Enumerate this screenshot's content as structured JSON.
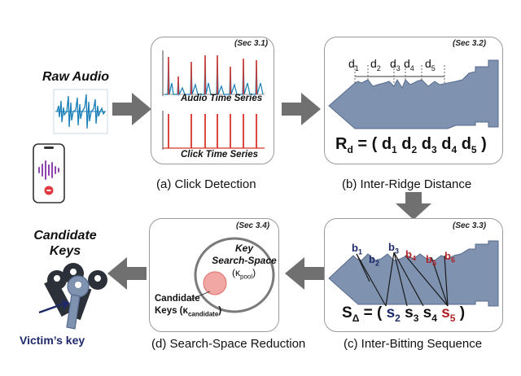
{
  "raw_audio_label": "Raw Audio",
  "candidate_keys_label": [
    "Candidate",
    "Keys"
  ],
  "victim_key_label": "Victim’s key",
  "panel_a": {
    "sec": "(Sec 3.1)",
    "audio_series_label": "Audio Time Series",
    "click_series_label": "Click Time Series",
    "caption": "(a)  Click Detection"
  },
  "panel_b": {
    "sec": "(Sec 3.2)",
    "distances": [
      "d",
      "d",
      "d",
      "d",
      "d"
    ],
    "distance_subscripts": [
      "1",
      "2",
      "3",
      "4",
      "5"
    ],
    "formula_lhs": "R",
    "formula_lhs_sub": "d",
    "caption": "(b)  Inter-Ridge Distance"
  },
  "panel_c": {
    "sec": "(Sec 3.3)",
    "bittings": [
      {
        "base": "b",
        "sub": "1",
        "color": "#1f2a6b"
      },
      {
        "base": "b",
        "sub": "2",
        "color": "#1f2a6b"
      },
      {
        "base": "b",
        "sub": "3",
        "color": "#1f2a6b"
      },
      {
        "base": "b",
        "sub": "4",
        "color": "#b0232a"
      },
      {
        "base": "b",
        "sub": "5",
        "color": "#b0232a"
      },
      {
        "base": "b",
        "sub": "6",
        "color": "#b0232a"
      }
    ],
    "formula_lhs": "S",
    "formula_lhs_sub": "Δ",
    "formula_terms": [
      {
        "base": "s",
        "sub": "2",
        "color": "#1f2a6b"
      },
      {
        "base": "s",
        "sub": "3",
        "color": "#111111"
      },
      {
        "base": "s",
        "sub": "4",
        "color": "#111111"
      },
      {
        "base": "s",
        "sub": "5",
        "color": "#b0232a"
      }
    ],
    "caption": "(c)  Inter-Bitting Sequence"
  },
  "panel_d": {
    "sec": "(Sec 3.4)",
    "space_label_1": "Key",
    "space_label_2": "Search-Space",
    "kappa_pool": "(κ",
    "kappa_pool_sub": "pool",
    "candidate_1": "Candidate",
    "candidate_2": "Keys (κ",
    "candidate_sub": "candidate",
    "caption": "(d)  Search-Space Reduction"
  },
  "colors": {
    "arrow": "#707070",
    "key_body": "#7f93b1",
    "key_edge": "#55698a",
    "waveform": "#1a7fb8",
    "click": "#d9342b",
    "navy": "#1f2a6b",
    "red": "#b0232a"
  }
}
